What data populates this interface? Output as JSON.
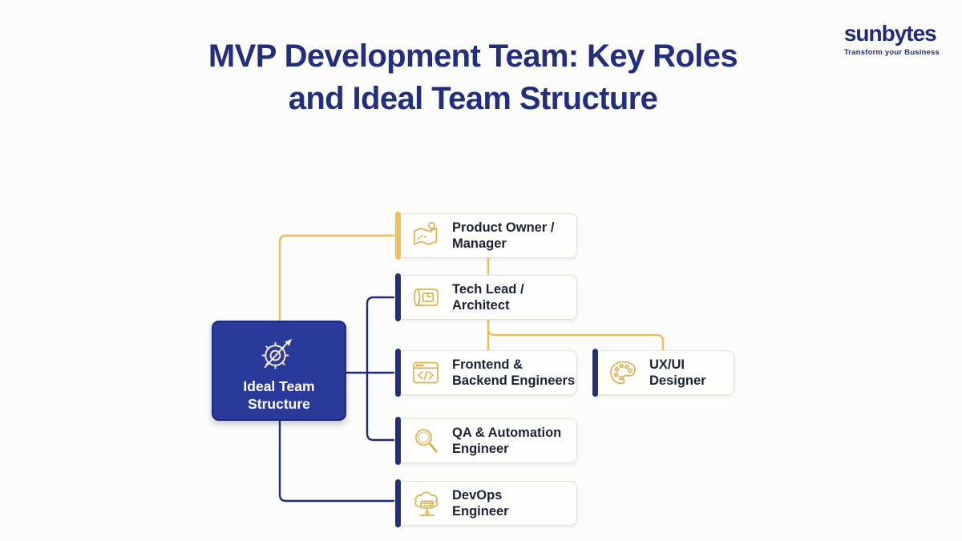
{
  "title": {
    "line1": "MVP Development Team: Key Roles",
    "line2": "and Ideal Team Structure"
  },
  "logo": {
    "name": "sunbytes",
    "tagline": "Transform your Business"
  },
  "center_node": {
    "label_line1": "Ideal Team",
    "label_line2": "Structure",
    "icon": "gear-growth-arrow-icon"
  },
  "roles": [
    {
      "id": "product-owner",
      "line1": "Product Owner /",
      "line2": "Manager",
      "icon": "map-location-icon",
      "accent": "#ECC05A"
    },
    {
      "id": "tech-lead",
      "line1": "Tech Lead /",
      "line2": "Architect",
      "icon": "blueprint-icon",
      "accent": "#233077"
    },
    {
      "id": "frontend-backend",
      "line1": "Frontend &",
      "line2": "Backend Engineers",
      "icon": "code-window-icon",
      "accent": "#233077"
    },
    {
      "id": "ux-ui-designer",
      "line1": "UX/UI",
      "line2": "Designer",
      "icon": "palette-icon",
      "accent": "#233077"
    },
    {
      "id": "qa-automation",
      "line1": "QA & Automation",
      "line2": "Engineer",
      "icon": "magnifier-icon",
      "accent": "#233077"
    },
    {
      "id": "devops",
      "line1": "DevOps",
      "line2": "Engineer",
      "icon": "cloud-server-icon",
      "accent": "#233077"
    }
  ],
  "colors": {
    "background": "#FCFCFA",
    "title_text": "#232E7C",
    "center_node_fill": "#2A3A9A",
    "connector_navy": "#1F2B76",
    "connector_gold": "#E7BE5C",
    "accent_gold_bar": "#ECC05A",
    "accent_navy_bar": "#233077",
    "icon_gold": "#D8B052",
    "box_background": "#FEFEFC",
    "box_border": "#E2E2DB",
    "box_text": "#1B2232"
  }
}
